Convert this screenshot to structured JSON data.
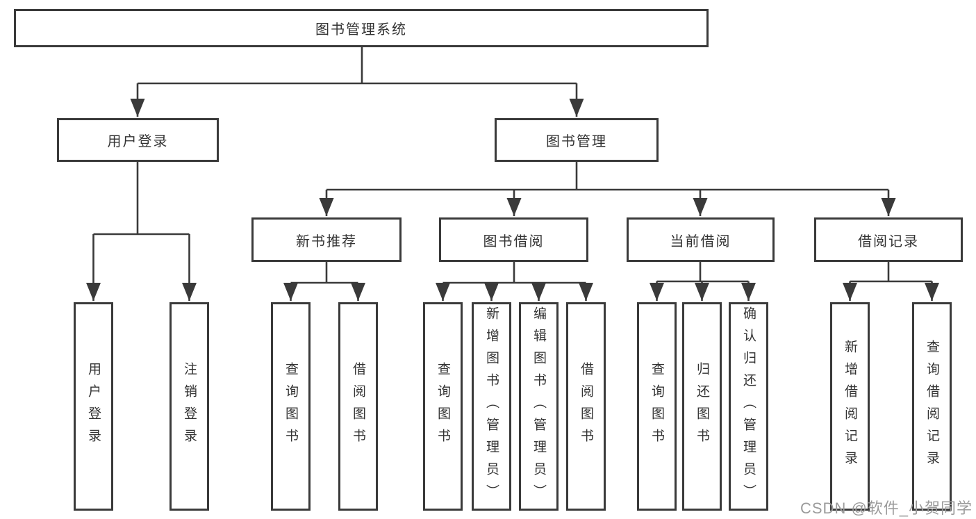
{
  "tree": {
    "root": "图书管理系统",
    "branches": [
      {
        "label": "用户登录",
        "children": [
          {
            "label": "用户登录"
          },
          {
            "label": "注销登录"
          }
        ]
      },
      {
        "label": "图书管理",
        "children": [
          {
            "label": "新书推荐",
            "children": [
              {
                "label": "查询图书"
              },
              {
                "label": "借阅图书"
              }
            ]
          },
          {
            "label": "图书借阅",
            "children": [
              {
                "label": "查询图书"
              },
              {
                "label": "新增图书（管理员）"
              },
              {
                "label": "编辑图书（管理员）"
              },
              {
                "label": "借阅图书"
              }
            ]
          },
          {
            "label": "当前借阅",
            "children": [
              {
                "label": "查询图书"
              },
              {
                "label": "归还图书"
              },
              {
                "label": "确认归还（管理员）"
              }
            ]
          },
          {
            "label": "借阅记录",
            "children": [
              {
                "label": "新增借阅记录"
              },
              {
                "label": "查询借阅记录"
              }
            ]
          }
        ]
      }
    ]
  },
  "watermark": {
    "text": "CSDN @软件_小贺同学"
  },
  "colors": {
    "line": "#3a3a3a",
    "text": "#333333",
    "watermark": "#9b9b9b",
    "background": "#ffffff"
  }
}
